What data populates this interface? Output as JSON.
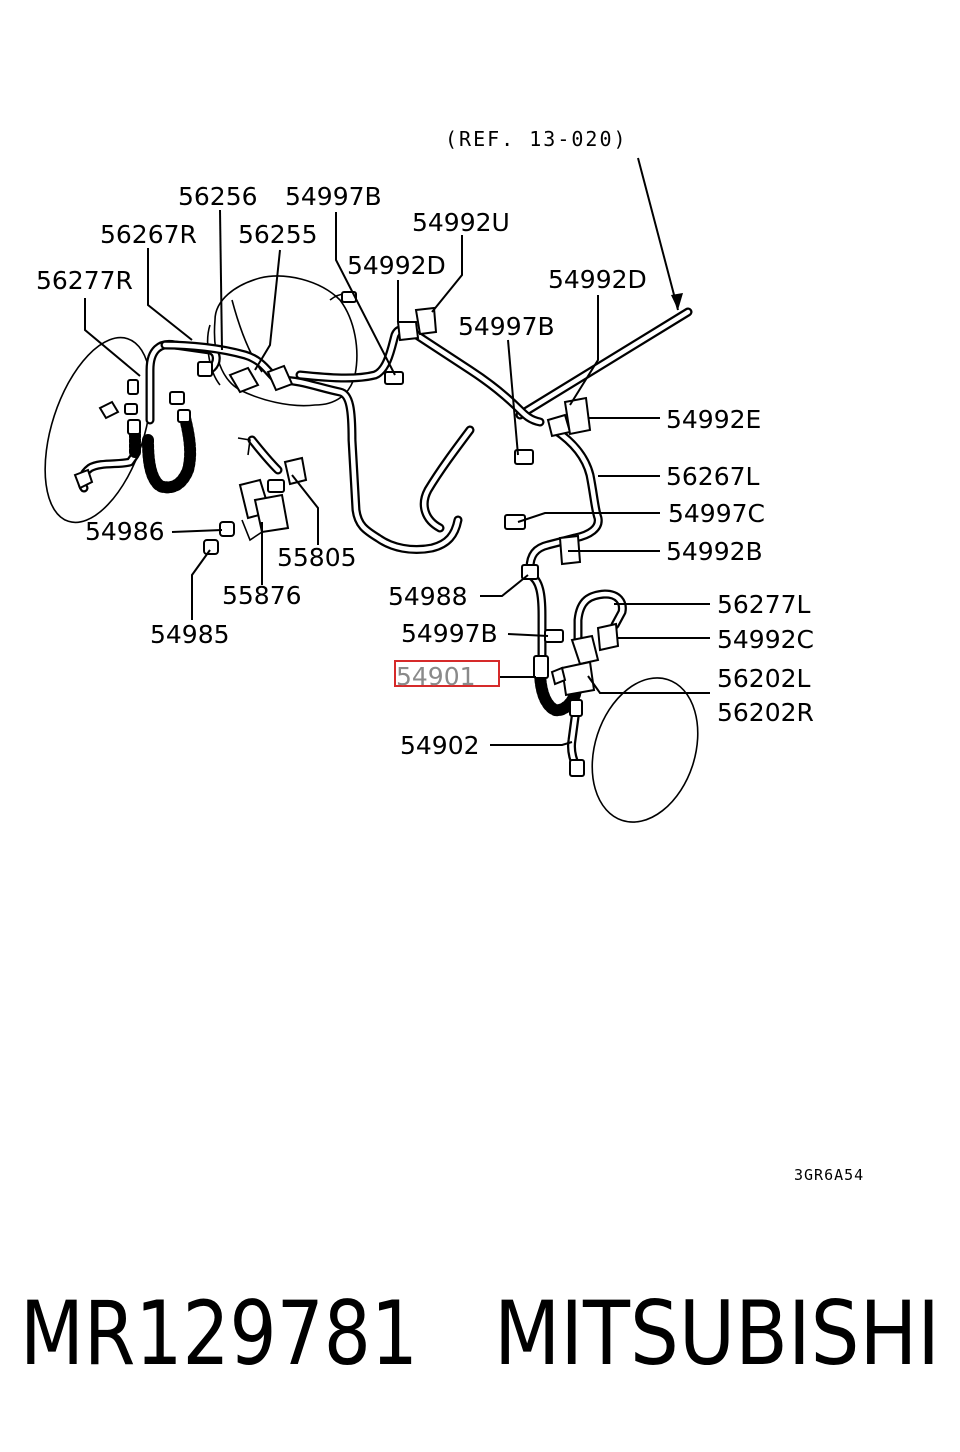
{
  "diagram": {
    "reference": "(REF. 13-020)",
    "drawing_code": "3GR6A54",
    "highlighted_part": "54901",
    "highlight_color": "#d62a2a",
    "callouts": {
      "c56256": "56256",
      "c54997B_top": "54997B",
      "c56267R": "56267R",
      "c56255": "56255",
      "c54992U": "54992U",
      "c54992D_left": "54992D",
      "c56277R": "56277R",
      "c54992D_right": "54992D",
      "c54997B_mid": "54997B",
      "c54992E": "54992E",
      "c56267L": "56267L",
      "c54997C": "54997C",
      "c54986": "54986",
      "c55805": "55805",
      "c54992B": "54992B",
      "c55876": "55876",
      "c54988": "54988",
      "c56277L": "56277L",
      "c54985": "54985",
      "c54997B_low": "54997B",
      "c54992C": "54992C",
      "c54901": "54901",
      "c56202L": "56202L",
      "c56202R": "56202R",
      "c54902": "54902"
    }
  },
  "footer": {
    "part_number": "MR129781",
    "brand": "MITSUBISHI"
  }
}
